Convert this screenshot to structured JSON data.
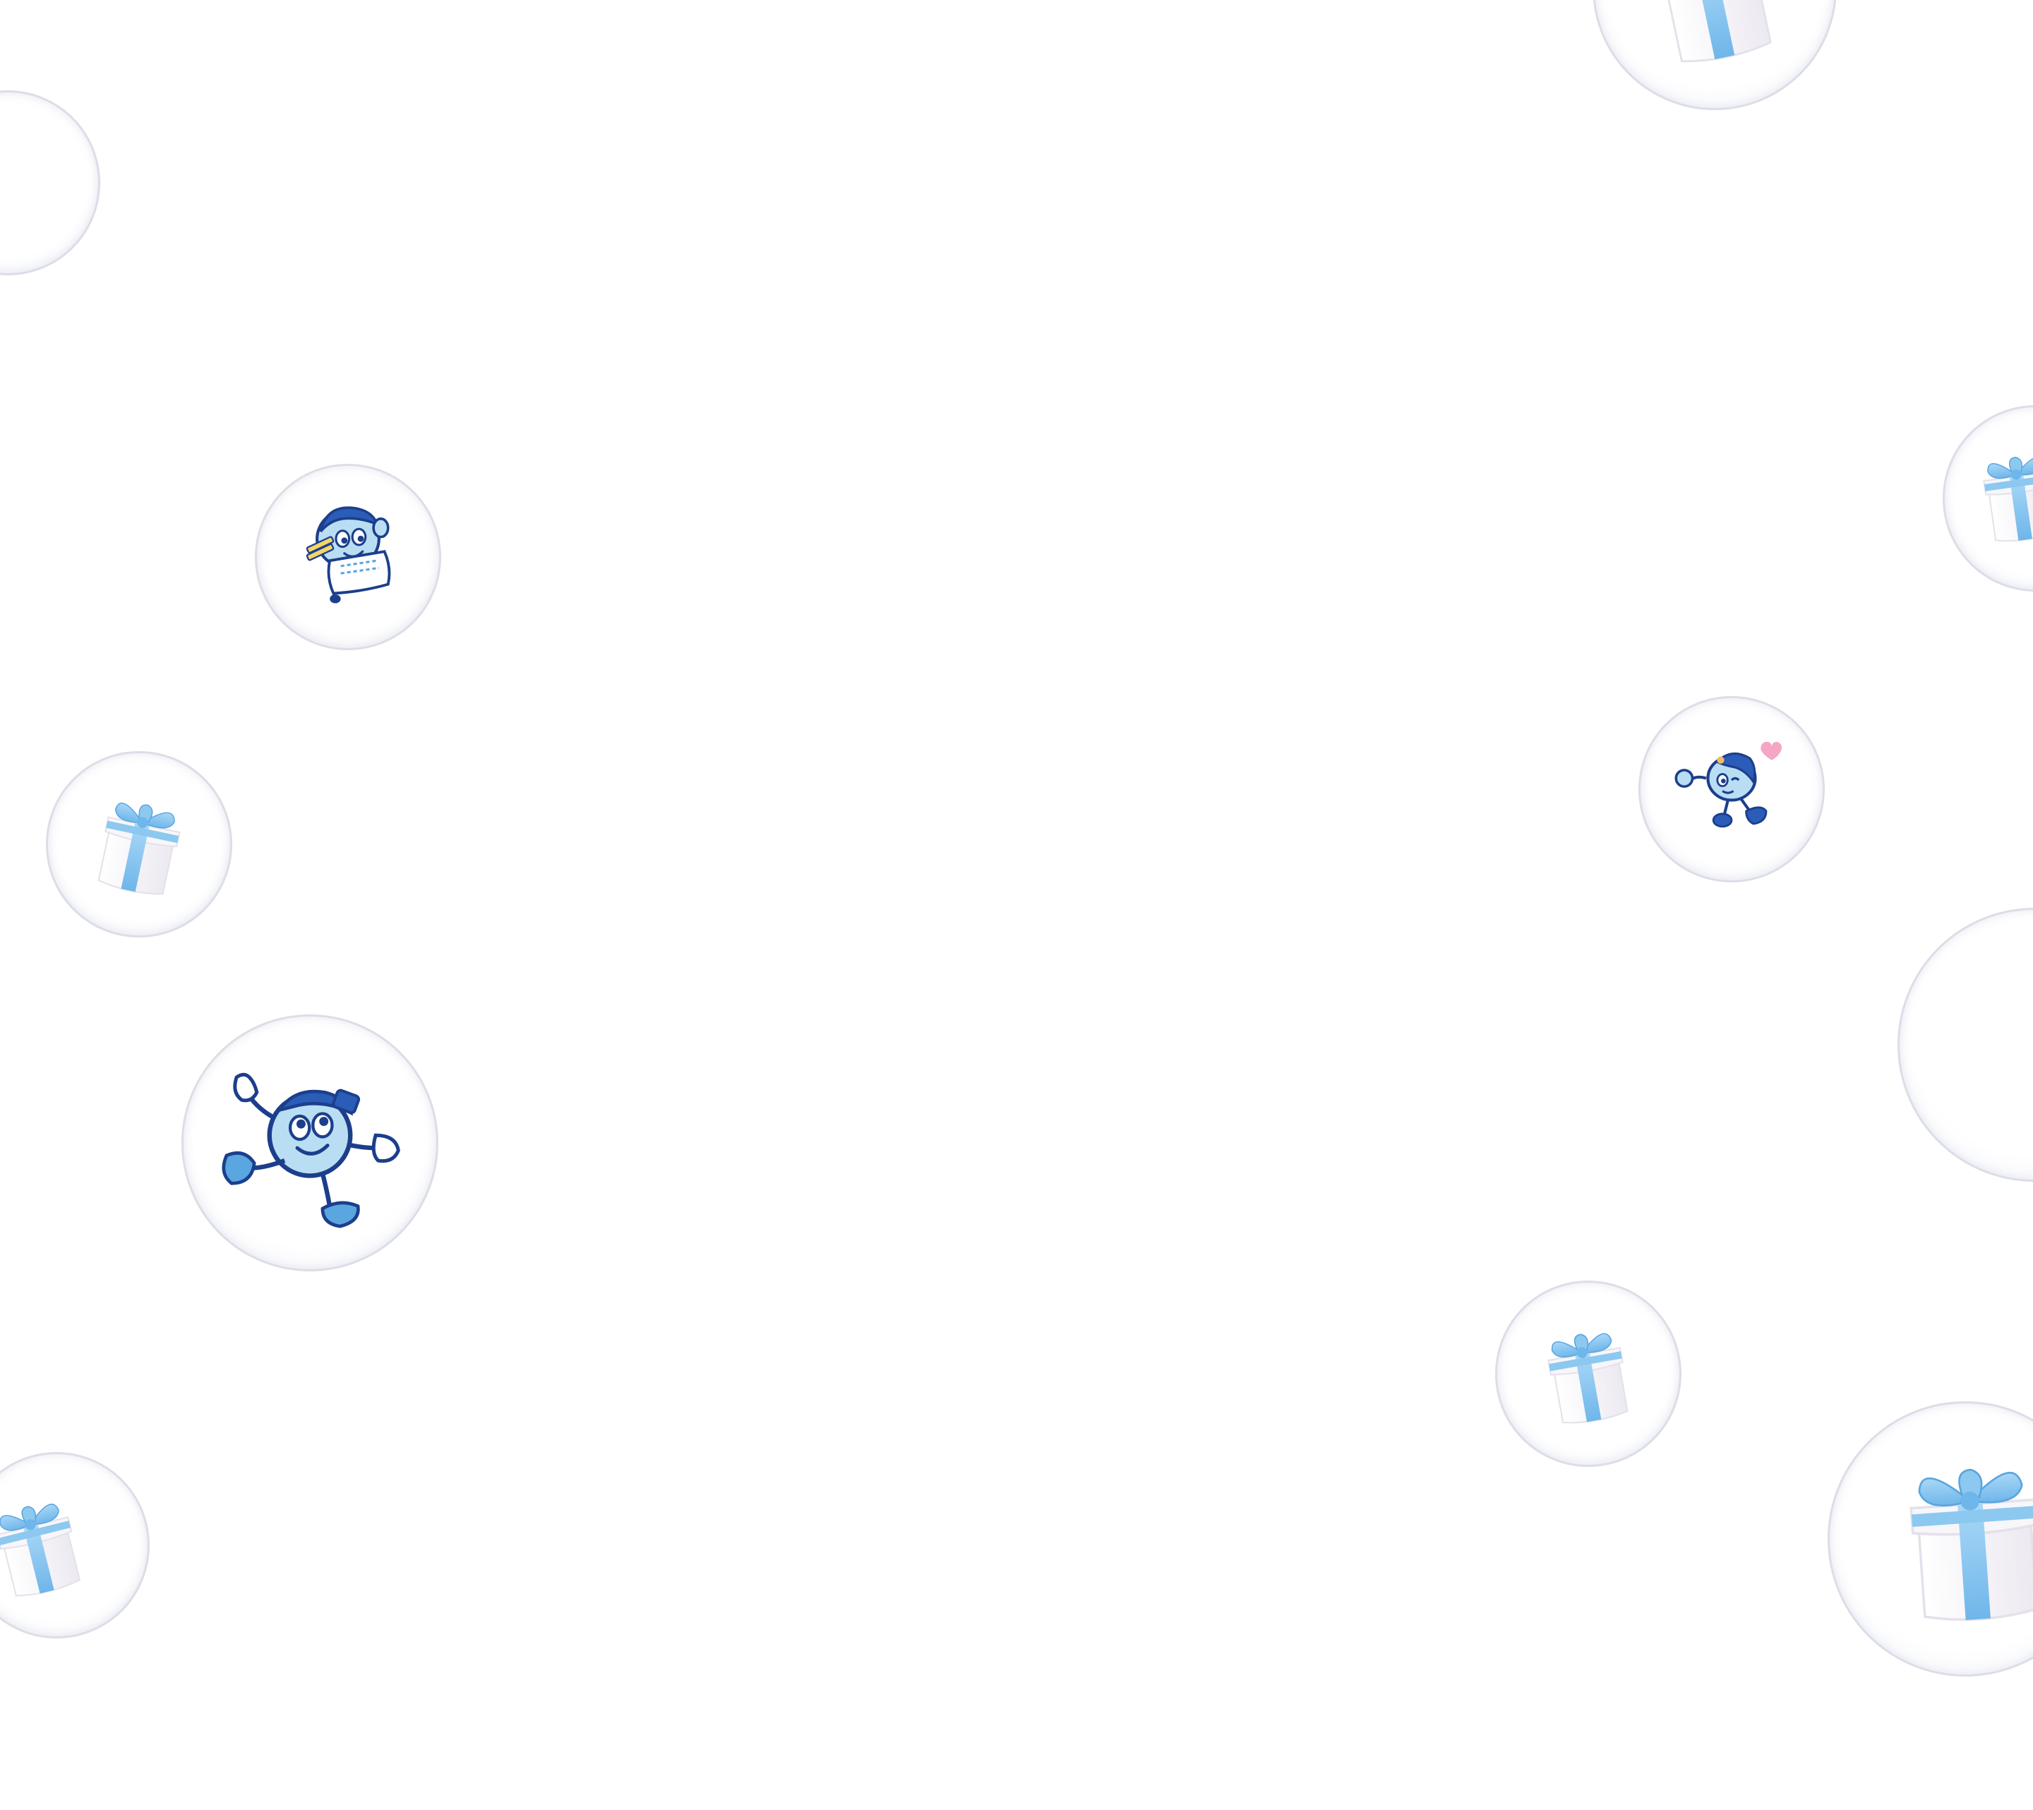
{
  "background_color": "#ffffff",
  "accent_colors": {
    "ribbon": "#8cc8ef",
    "ribbon_dark": "#5aa6e0",
    "mascot_fill": "#b9def4",
    "mascot_outline": "#1c3f8c",
    "mascot_dark": "#2a5cb8",
    "heart": "#f4a7c4",
    "pencil": "#f3d56b",
    "bubble_rim": "#dcdde6"
  },
  "bubbles": [
    {
      "id": "b1",
      "content": "empty"
    },
    {
      "id": "b2",
      "content": "gift-box-icon"
    },
    {
      "id": "b3",
      "content": "gift-box-icon"
    },
    {
      "id": "b4",
      "content": "mascot-writing-illustration"
    },
    {
      "id": "b5",
      "content": "gift-box-icon"
    },
    {
      "id": "b6",
      "content": "mascot-flexing-heart-illustration"
    },
    {
      "id": "b7",
      "content": "empty"
    },
    {
      "id": "b8",
      "content": "mascot-jumping-illustration"
    },
    {
      "id": "b9",
      "content": "gift-box-icon"
    },
    {
      "id": "b10",
      "content": "gift-box-icon"
    },
    {
      "id": "b11",
      "content": "gift-box-icon"
    }
  ]
}
